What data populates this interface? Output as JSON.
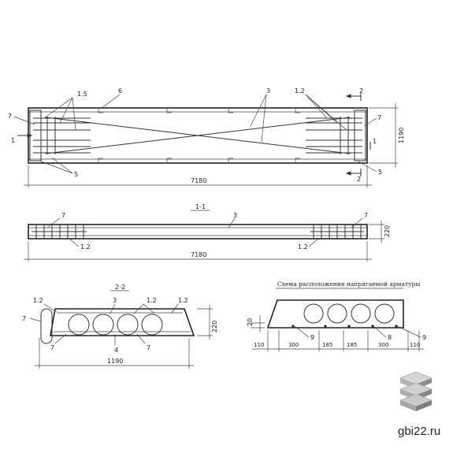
{
  "plan": {
    "labels": {
      "l15": "1.5",
      "l6": "6",
      "l3": "3",
      "l12": "1.2",
      "l7a": "7",
      "l7b": "7",
      "l1": "1",
      "l5": "5",
      "l5b": "5",
      "l2a": "2",
      "l2b": "2",
      "l1b": "1"
    },
    "width_dim": "1190",
    "length_dim": "7180"
  },
  "section11": {
    "title": "1-1",
    "labels": {
      "l7a": "7",
      "l3": "3",
      "l7b": "7",
      "l12a": "1.2",
      "l12b": "1.2"
    },
    "height_dim": "220",
    "length_dim": "7180"
  },
  "section22": {
    "title": "2-2",
    "labels": {
      "l12a": "1.2",
      "l3": "3",
      "l12b": "1.2",
      "l12c": "1.2",
      "l7a": "7",
      "l7b": "7",
      "l7c": "7",
      "l4": "4"
    },
    "height_dim": "220",
    "width_dim": "1190"
  },
  "scheme": {
    "title": "Схема расположения напрягаемой арматуры",
    "left_dim": "20",
    "labels": {
      "l9a": "9",
      "l8": "8",
      "l9b": "9"
    },
    "dims": [
      "110",
      "300",
      "185",
      "185",
      "300",
      "110"
    ]
  },
  "watermark": {
    "text": "gbi22.ru",
    "logo_icon": "stacked-slabs-icon"
  }
}
